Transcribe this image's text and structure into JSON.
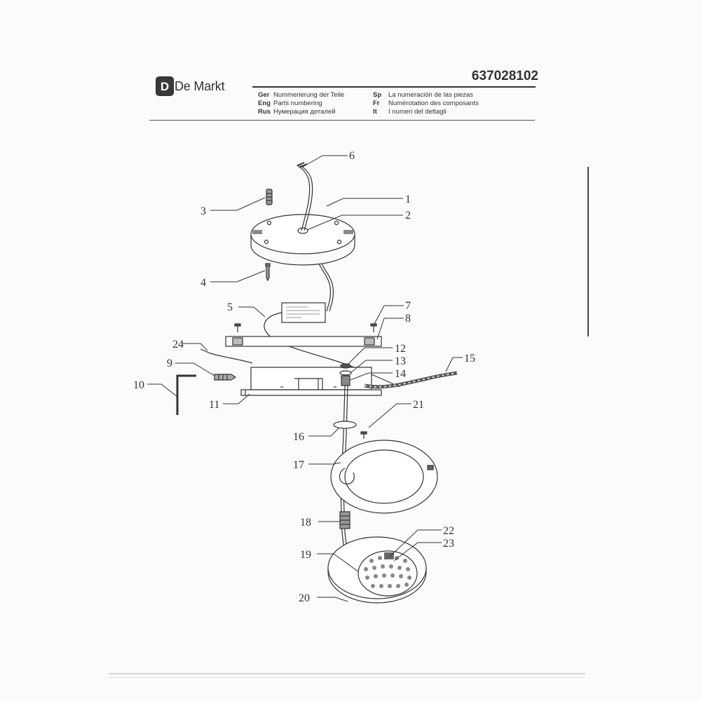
{
  "header": {
    "brand": "De Markt",
    "brand_mark": "D",
    "document_number": "637028102",
    "languages": [
      {
        "code": "Ger",
        "text": "Nummerierung der Teile"
      },
      {
        "code": "Eng",
        "text": "Parts numbering"
      },
      {
        "code": "Rus",
        "text": "Нумерация деталей"
      },
      {
        "code": "Sp",
        "text": "La numeración de las piezas"
      },
      {
        "code": "Fr",
        "text": "Numérotation des composants"
      },
      {
        "code": "It",
        "text": "I numeri del dettagli"
      }
    ]
  },
  "parts": [
    "1",
    "2",
    "3",
    "4",
    "5",
    "6",
    "7",
    "8",
    "9",
    "10",
    "11",
    "12",
    "13",
    "14",
    "15",
    "16",
    "17",
    "18",
    "19",
    "20",
    "21",
    "22",
    "23",
    "24"
  ]
}
